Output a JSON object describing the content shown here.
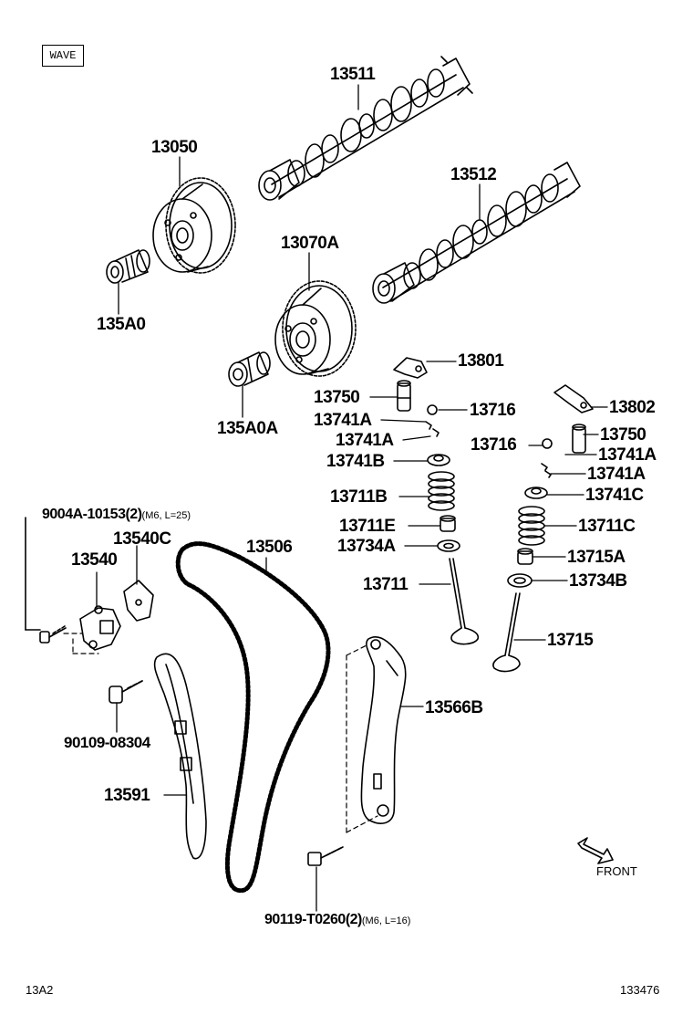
{
  "badge": "WAVE",
  "labels": {
    "p13511": "13511",
    "p13050": "13050",
    "p13512": "13512",
    "p13070A": "13070A",
    "p135A0": "135A0",
    "p135A0A": "135A0A",
    "p13801": "13801",
    "p13750_l": "13750",
    "p13716_l": "13716",
    "p13741A_1": "13741A",
    "p13741A_2": "13741A",
    "p13741B": "13741B",
    "p13711B": "13711B",
    "p13711E": "13711E",
    "p13734A": "13734A",
    "p13711": "13711",
    "p13802": "13802",
    "p13750_r": "13750",
    "p13716_r": "13716",
    "p13741A_3": "13741A",
    "p13741A_4": "13741A",
    "p13741C": "13741C",
    "p13711C": "13711C",
    "p13715A": "13715A",
    "p13734B": "13734B",
    "p13715": "13715",
    "p9004A": "9004A-10153",
    "p9004A_qty": "(2)",
    "p9004A_spec": "(M6, L=25)",
    "p13540C": "13540C",
    "p13540": "13540",
    "p13506": "13506",
    "p13566B": "13566B",
    "p90109": "90109-08304",
    "p13591": "13591",
    "p90119": "90119-T0260",
    "p90119_qty": "(2)",
    "p90119_spec": "(M6, L=16)"
  },
  "front_label": "FRONT",
  "footer": {
    "left_code": "13A2",
    "right_code": "133476"
  }
}
